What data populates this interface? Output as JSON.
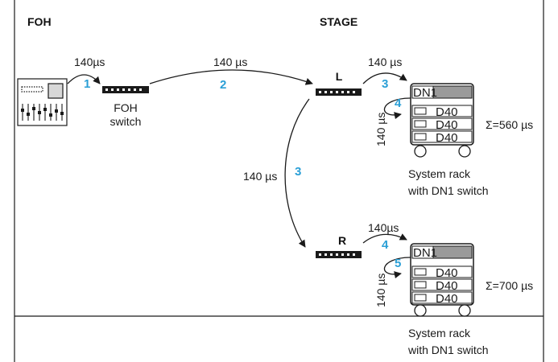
{
  "colors": {
    "accent": "#2a9fd6",
    "line": "#1a1a1a",
    "rack_grey": "#9a9a9a"
  },
  "headings": {
    "foh": "FOH",
    "stage": "STAGE"
  },
  "foh_switch": {
    "line1": "FOH",
    "line2": "switch"
  },
  "console_icon": "mixing-console-icon",
  "latency": {
    "seg1": "140µs",
    "seg2": "140 µs",
    "to_rack_l": "140 µs",
    "in_rack_l": "140 µs",
    "l_to_r": "140 µs",
    "to_rack_r": "140µs",
    "in_rack_r": "140 µs"
  },
  "steps": {
    "s1": "1",
    "s2": "2",
    "s3_rack_l": "3",
    "s4_rack_l": "4",
    "s3_branch": "3",
    "s4_rack_r": "4",
    "s5_rack_r": "5"
  },
  "nodes": {
    "left": "L",
    "right": "R"
  },
  "rack_l": {
    "header": "DN1",
    "slots": [
      "D40",
      "D40",
      "D40"
    ],
    "total": "Σ=560 µs",
    "caption1": "System rack",
    "caption2": "with DN1 switch"
  },
  "rack_r": {
    "header": "DN1",
    "slots": [
      "D40",
      "D40",
      "D40"
    ],
    "total": "Σ=700 µs",
    "caption1": "System rack",
    "caption2": "with DN1 switch"
  }
}
